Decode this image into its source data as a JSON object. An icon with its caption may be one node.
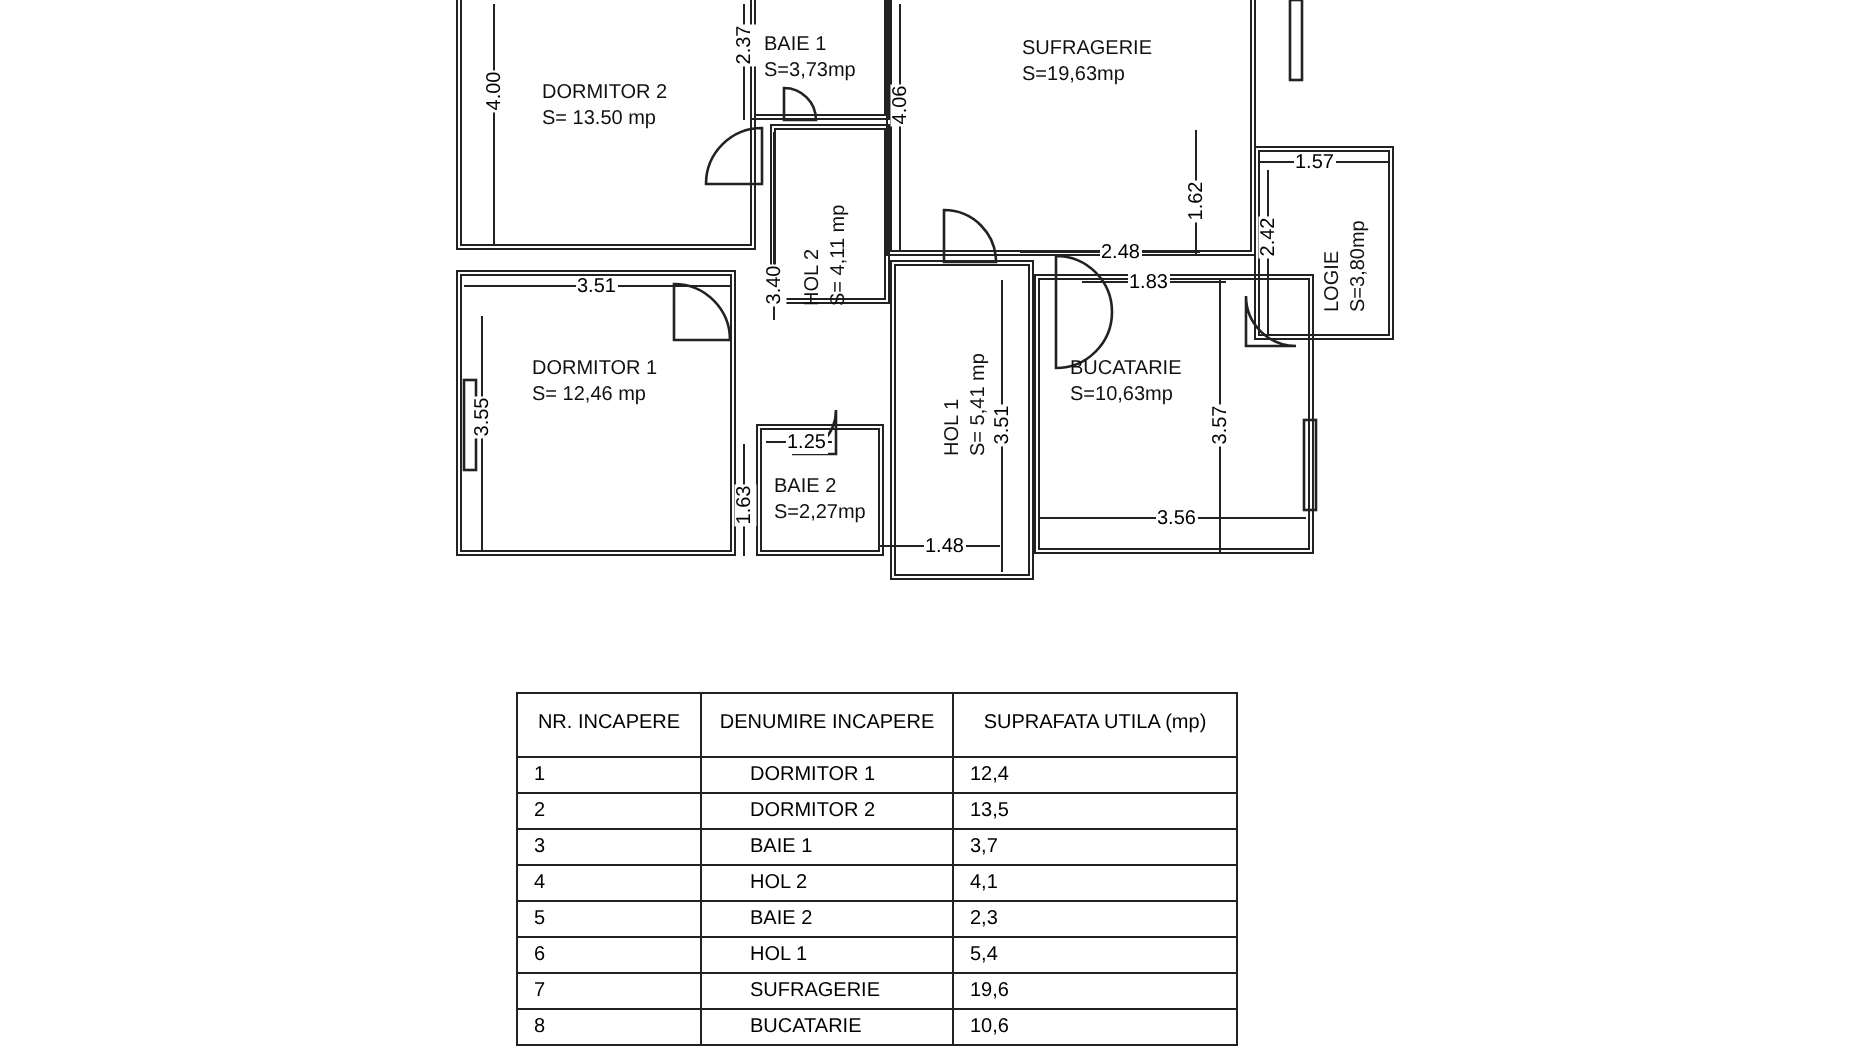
{
  "diagram": {
    "nodes": [
      {
        "text": [
          "DORMITOR 2",
          "S= 13.50 mp"
        ]
      },
      {
        "text": [
          "BAIE 1",
          "S=3,73mp"
        ]
      },
      {
        "text": [
          "SUFRAGERIE",
          "S=19,63mp"
        ]
      },
      {
        "text": [
          "LOGIE",
          "S=3,80mp"
        ]
      },
      {
        "text": [
          "HOL 2",
          "S= 4,11 mp"
        ]
      },
      {
        "text": [
          "DORMITOR 1",
          "S= 12,46 mp"
        ]
      },
      {
        "text": [
          "HOL 1",
          "S= 5,41 mp"
        ]
      },
      {
        "text": [
          "BUCATARIE",
          "S=10,63mp"
        ]
      },
      {
        "text": [
          "BAIE 2",
          "S=2,27mp"
        ]
      }
    ],
    "labels": [
      "2.37",
      "4.00",
      "4.06",
      "1.57",
      "1.62",
      "2.42",
      "2.48",
      "3.51",
      "1.83",
      "3.40",
      "3.55",
      "3.51",
      "3.57",
      "1.25",
      "1.63",
      "1.48",
      "3.56",
      "NR. INCAPERE",
      "DENUMIRE INCAPERE",
      "SUPRAFATA UTILA (mp)",
      "1",
      "DORMITOR 1",
      "12,4",
      "2",
      "DORMITOR 2",
      "13,5",
      "3",
      "BAIE 1",
      "3,7",
      "4",
      "HOL 2",
      "4,1",
      "5",
      "BAIE 2",
      "2,3",
      "6",
      "HOL 1",
      "5,4",
      "7",
      "SUFRAGERIE",
      "19,6",
      "8",
      "BUCATARIE",
      "10,6"
    ]
  }
}
